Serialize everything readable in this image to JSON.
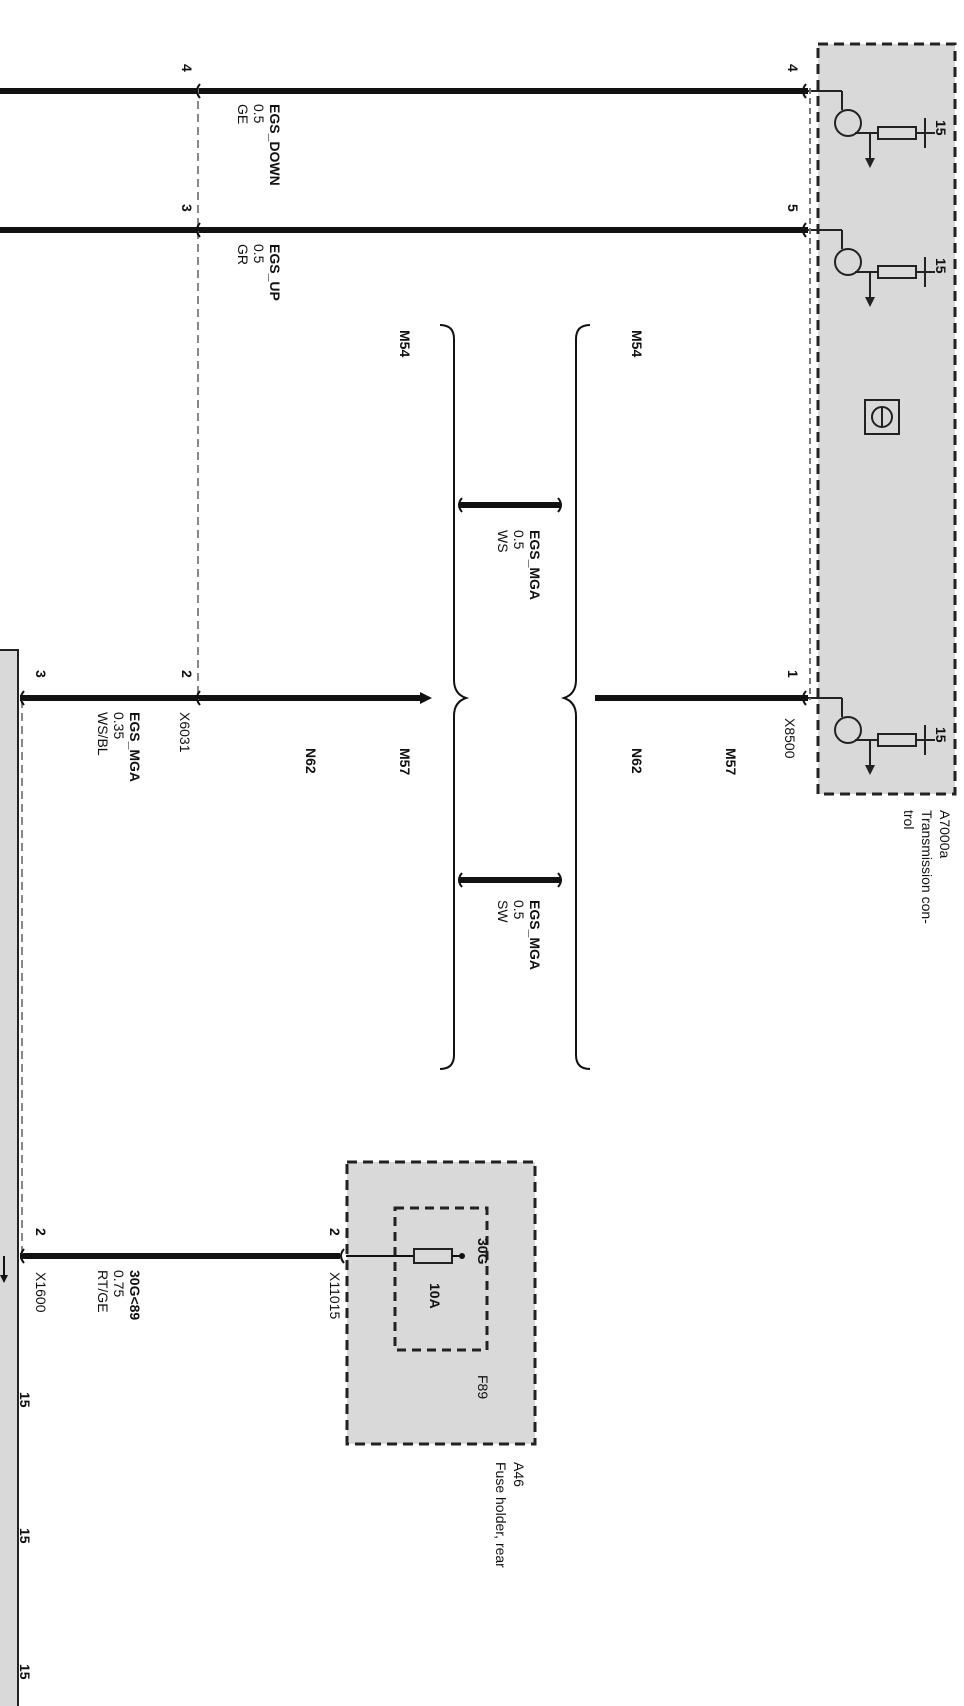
{
  "components": {
    "tcu": {
      "id": "A7000a",
      "name_line1": "Transmission con-",
      "name_line2": "trol",
      "connector": "X8500"
    },
    "fuse_holder": {
      "id": "A46",
      "name": "Fuse holder, rear",
      "fuse_id": "F89",
      "fuse_rating": "10A",
      "fuse_terminal": "30G",
      "connector": "X11015"
    }
  },
  "connectors": {
    "mid": "X6031",
    "left": "X1600"
  },
  "pins": {
    "tcu_down": "4",
    "tcu_up": "5",
    "tcu_mga": "1",
    "tcu_supply": "15",
    "mid_down": "4",
    "mid_up": "3",
    "mid_mga": "2",
    "left_mga": "3",
    "left_fuse": "2",
    "fuse_out": "2",
    "left_supply": "15"
  },
  "wires": {
    "egs_down": {
      "signal": "EGS_DOWN",
      "size": "0.5",
      "color": "GE"
    },
    "egs_up": {
      "signal": "EGS_UP",
      "size": "0.5",
      "color": "GR"
    },
    "egs_mga_ws": {
      "signal": "EGS_MGA",
      "size": "0.5",
      "color": "WS"
    },
    "egs_mga_sw": {
      "signal": "EGS_MGA",
      "size": "0.5",
      "color": "SW"
    },
    "egs_mga_left": {
      "signal": "EGS_MGA",
      "size": "0.35",
      "color": "WS/BL"
    },
    "fuse_wire": {
      "signal": "30G<89",
      "size": "0.75",
      "color": "RT/GE"
    }
  },
  "variants": {
    "m54": "M54",
    "m57": "M57",
    "m62": "N62"
  }
}
